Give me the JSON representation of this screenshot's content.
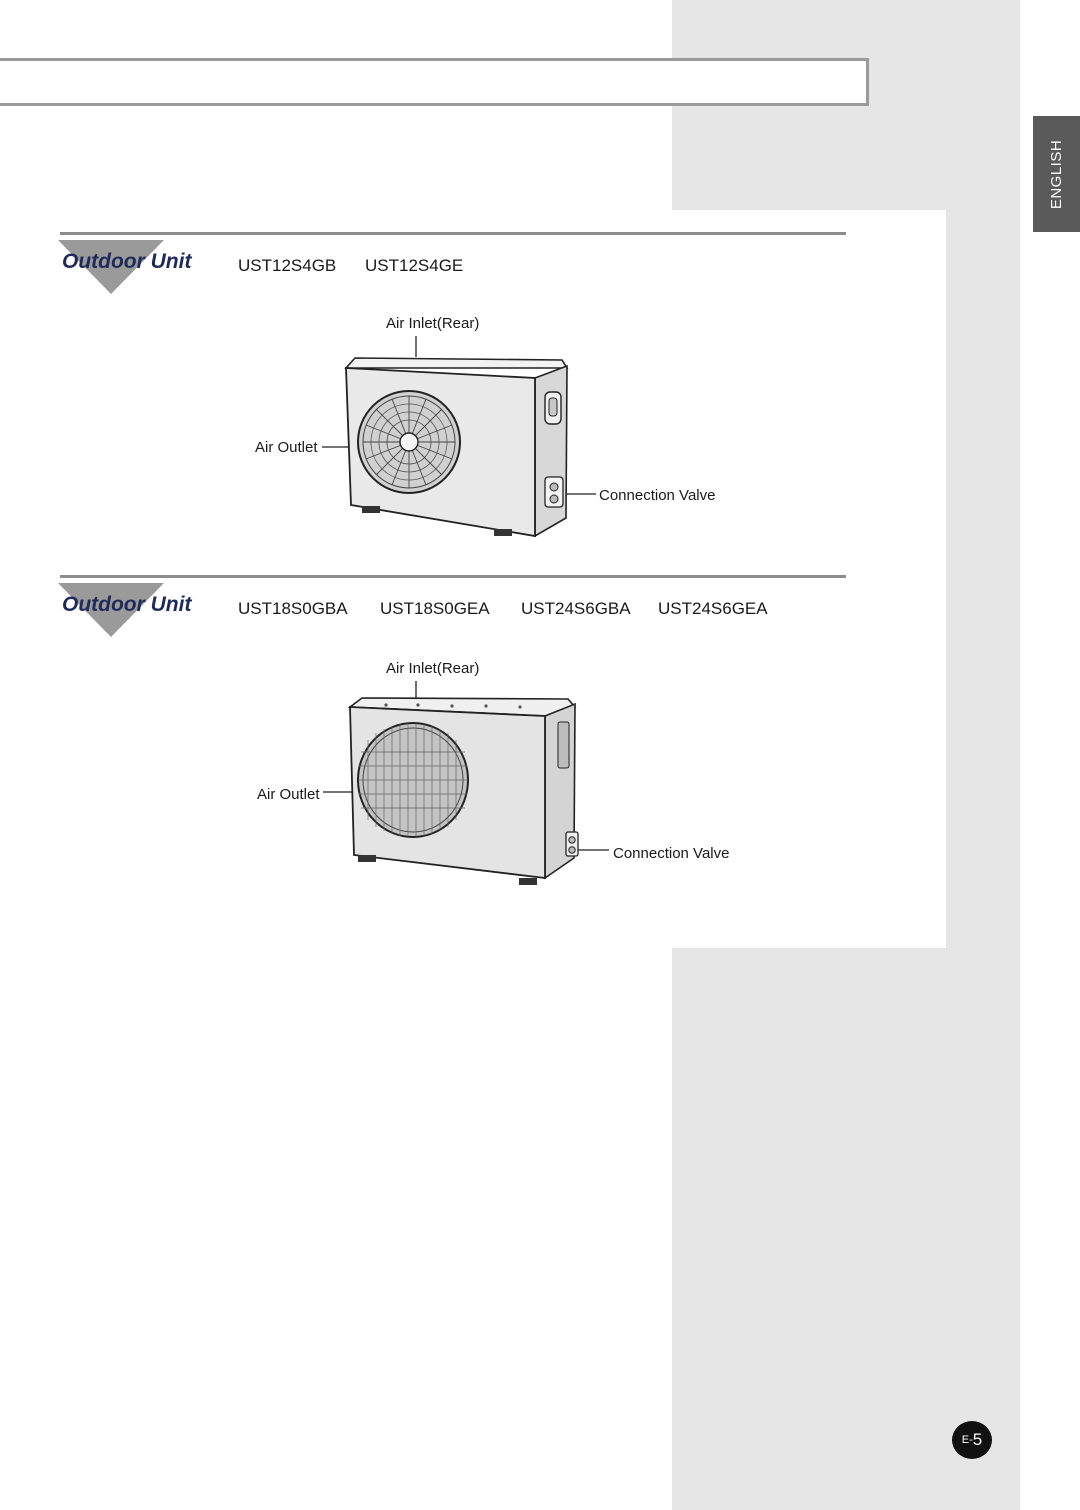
{
  "sidebar": {
    "language_tab": "ENGLISH"
  },
  "sections": [
    {
      "title": "Outdoor Unit",
      "models": [
        "UST12S4GB",
        "UST12S4GE"
      ],
      "labels": {
        "air_inlet": "Air Inlet(Rear)",
        "air_outlet": "Air Outlet",
        "connection_valve": "Connection Valve"
      }
    },
    {
      "title": "Outdoor Unit",
      "models": [
        "UST18S0GBA",
        "UST18S0GEA",
        "UST24S6GBA",
        "UST24S6GEA"
      ],
      "labels": {
        "air_inlet": "Air Inlet(Rear)",
        "air_outlet": "Air Outlet",
        "connection_valve": "Connection Valve"
      }
    }
  ],
  "page_number": {
    "prefix": "E-",
    "number": "5"
  },
  "colors": {
    "title_navy": "#1e2a5a",
    "panel_gray": "#e6e6e6",
    "tab_gray": "#5a5a5a",
    "marker_gray": "#9a9a9a"
  }
}
